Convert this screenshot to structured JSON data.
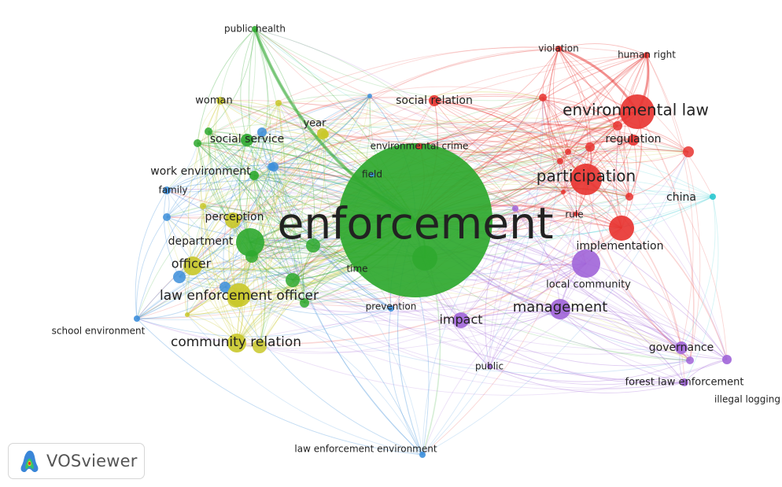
{
  "app": {
    "name": "VOSviewer"
  },
  "map": {
    "clusters": [
      {
        "id": 1,
        "color": "#e8322f"
      },
      {
        "id": 2,
        "color": "#2ea82e"
      },
      {
        "id": 3,
        "color": "#3d8fdb"
      },
      {
        "id": 4,
        "color": "#c9c82a"
      },
      {
        "id": 5,
        "color": "#a064d8"
      },
      {
        "id": 6,
        "color": "#29c7cf"
      }
    ],
    "nodes": [
      {
        "label": "enforcement",
        "cluster": 2
      },
      {
        "label": "environmental law",
        "cluster": 1
      },
      {
        "label": "participation",
        "cluster": 1
      },
      {
        "label": "regulation",
        "cluster": 1
      },
      {
        "label": "implementation",
        "cluster": 1
      },
      {
        "label": "social relation",
        "cluster": 1
      },
      {
        "label": "violation",
        "cluster": 1
      },
      {
        "label": "human right",
        "cluster": 1
      },
      {
        "label": "rule",
        "cluster": 1
      },
      {
        "label": "environmental crime",
        "cluster": 1
      },
      {
        "label": "china",
        "cluster": 6
      },
      {
        "label": "management",
        "cluster": 5
      },
      {
        "label": "local community",
        "cluster": 5
      },
      {
        "label": "impact",
        "cluster": 5
      },
      {
        "label": "governance",
        "cluster": 5
      },
      {
        "label": "forest law enforcement",
        "cluster": 5
      },
      {
        "label": "illegal logging",
        "cluster": 5
      },
      {
        "label": "public",
        "cluster": 5
      },
      {
        "label": "public health",
        "cluster": 2
      },
      {
        "label": "social service",
        "cluster": 2
      },
      {
        "label": "work environment",
        "cluster": 2
      },
      {
        "label": "department",
        "cluster": 2
      },
      {
        "label": "time",
        "cluster": 2
      },
      {
        "label": "field",
        "cluster": 3
      },
      {
        "label": "family",
        "cluster": 3
      },
      {
        "label": "school environment",
        "cluster": 3
      },
      {
        "label": "law enforcement environment",
        "cluster": 3
      },
      {
        "label": "prevention",
        "cluster": 3
      },
      {
        "label": "woman",
        "cluster": 4
      },
      {
        "label": "year",
        "cluster": 4
      },
      {
        "label": "perception",
        "cluster": 4
      },
      {
        "label": "officer",
        "cluster": 4
      },
      {
        "label": "law enforcement officer",
        "cluster": 4
      },
      {
        "label": "community relation",
        "cluster": 4
      }
    ]
  }
}
